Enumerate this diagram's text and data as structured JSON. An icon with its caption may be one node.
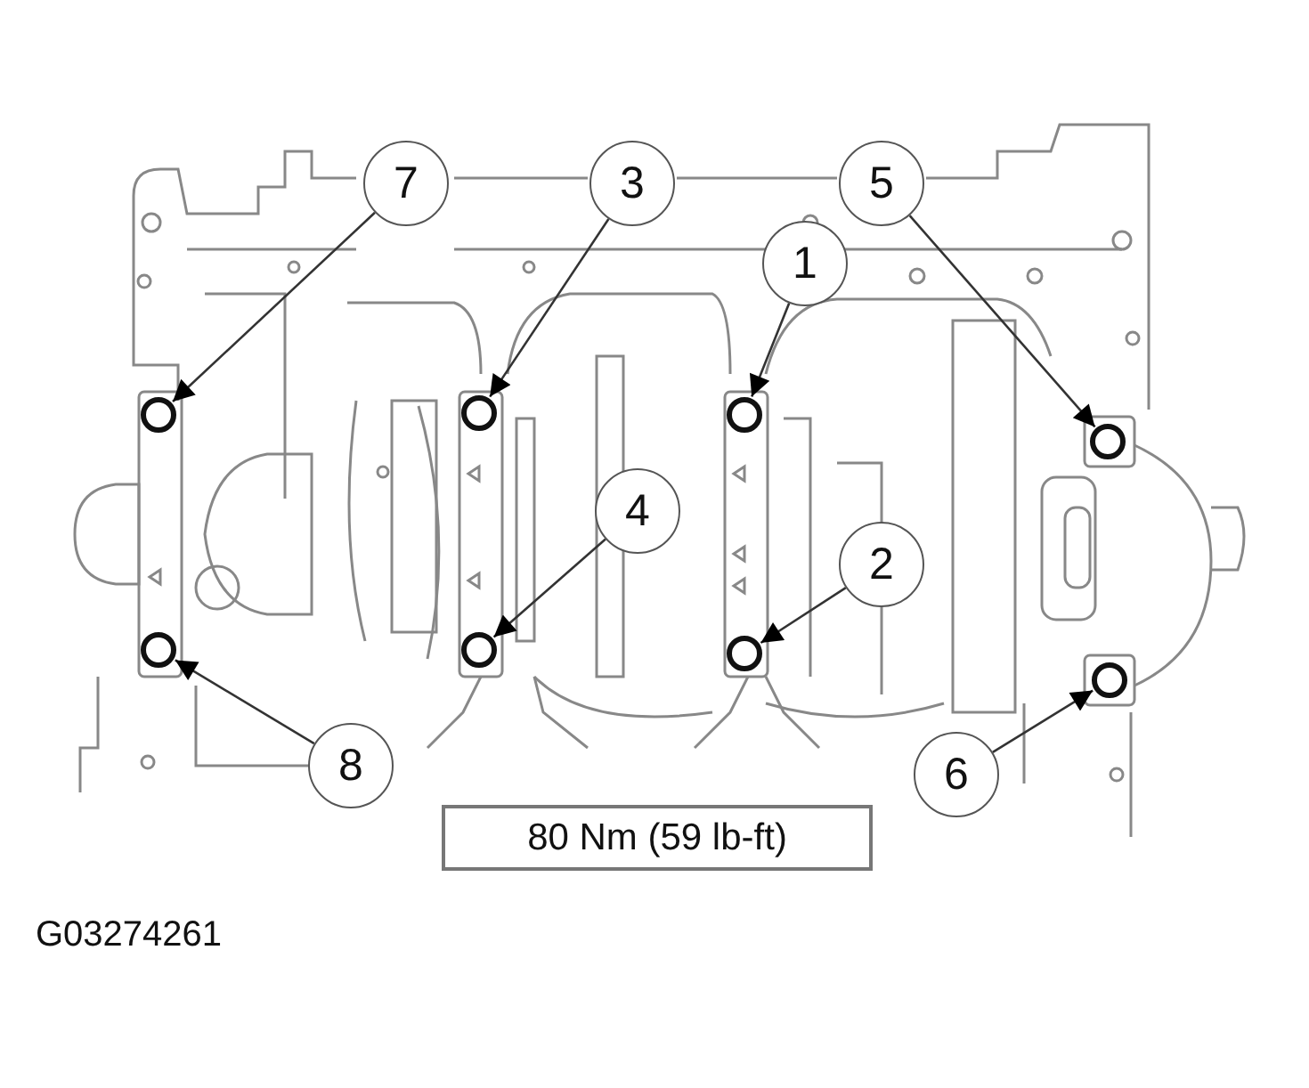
{
  "diagram": {
    "nodes": [
      {
        "text": [
          "7"
        ]
      },
      {
        "text": [
          "3"
        ]
      },
      {
        "text": [
          "5"
        ]
      },
      {
        "text": [
          "1"
        ]
      },
      {
        "text": [
          "4"
        ]
      },
      {
        "text": [
          "2"
        ]
      },
      {
        "text": [
          "8"
        ]
      },
      {
        "text": [
          "6"
        ]
      },
      {
        "text": [],
        "shape": "circle"
      },
      {
        "text": [],
        "shape": "circle"
      },
      {
        "text": [],
        "shape": "circle"
      },
      {
        "text": [],
        "shape": "circle"
      },
      {
        "text": [],
        "shape": "circle"
      },
      {
        "text": [],
        "shape": "circle"
      },
      {
        "text": [],
        "shape": "circle"
      },
      {
        "text": [],
        "shape": "circle"
      },
      {
        "text": [
          "80 Nm (59 lb-ft)"
        ]
      }
    ],
    "edges": [
      {
        "from": 0,
        "to": 8,
        "arrow": "to"
      },
      {
        "from": 1,
        "to": 9,
        "arrow": "to"
      },
      {
        "from": 2,
        "to": 11,
        "arrow": "to"
      },
      {
        "from": 3,
        "to": 10,
        "arrow": "to"
      },
      {
        "from": 4,
        "to": 13,
        "arrow": "to"
      },
      {
        "from": 5,
        "to": 14,
        "arrow": "to"
      },
      {
        "from": 6,
        "to": 12,
        "arrow": "to"
      },
      {
        "from": 7,
        "to": 15,
        "arrow": "to"
      }
    ],
    "labels": [
      "G03274261"
    ]
  }
}
